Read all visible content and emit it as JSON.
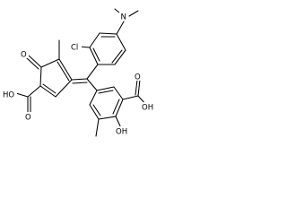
{
  "atom_labels": {
    "cl": "Cl",
    "n": "N",
    "o_ketone": "O",
    "cooh_left": "HO",
    "cooh_left_o": "O",
    "cooh_right": "O",
    "cooh_right_oh": "OH",
    "phenol_oh": "OH"
  },
  "colors": {
    "bond": "#000000",
    "text": "#000000",
    "background": "#ffffff"
  }
}
